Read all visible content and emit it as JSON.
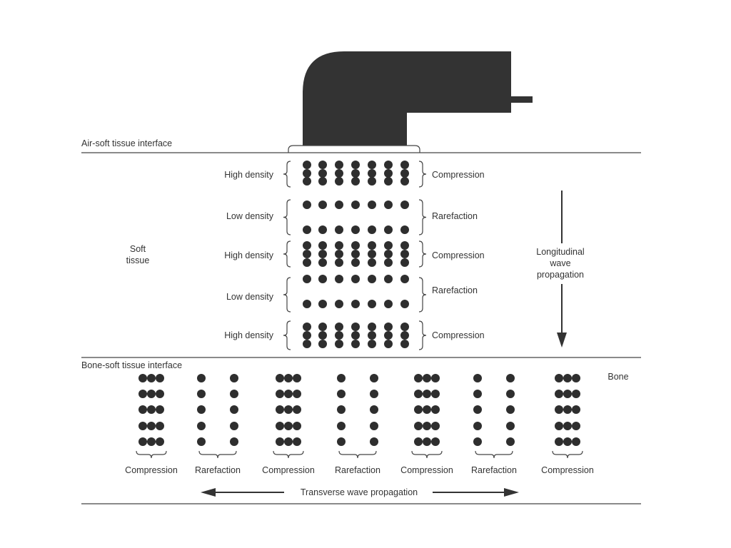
{
  "interfaces": {
    "air_soft": "Air-soft tissue interface",
    "bone_soft": "Bone-soft tissue interface"
  },
  "soft_tissue": {
    "line1": "Soft",
    "line2": "tissue"
  },
  "bone_label": "Bone",
  "soft_layers": [
    {
      "density": "High density",
      "phase": "Compression"
    },
    {
      "density": "Low density",
      "phase": "Rarefaction"
    },
    {
      "density": "High density",
      "phase": "Compression"
    },
    {
      "density": "Low density",
      "phase": "Rarefaction"
    },
    {
      "density": "High density",
      "phase": "Compression"
    }
  ],
  "longitudinal": {
    "line1": "Longitudinal",
    "line2": "wave",
    "line3": "propagation"
  },
  "bone_columns": [
    {
      "phase": "Compression"
    },
    {
      "phase": "Rarefaction"
    },
    {
      "phase": "Compression"
    },
    {
      "phase": "Rarefaction"
    },
    {
      "phase": "Compression"
    },
    {
      "phase": "Rarefaction"
    },
    {
      "phase": "Compression"
    }
  ],
  "transverse": "Transverse wave propagation",
  "colors": {
    "ink": "#333333",
    "dot": "#2e2e2e",
    "line": "#444444"
  }
}
